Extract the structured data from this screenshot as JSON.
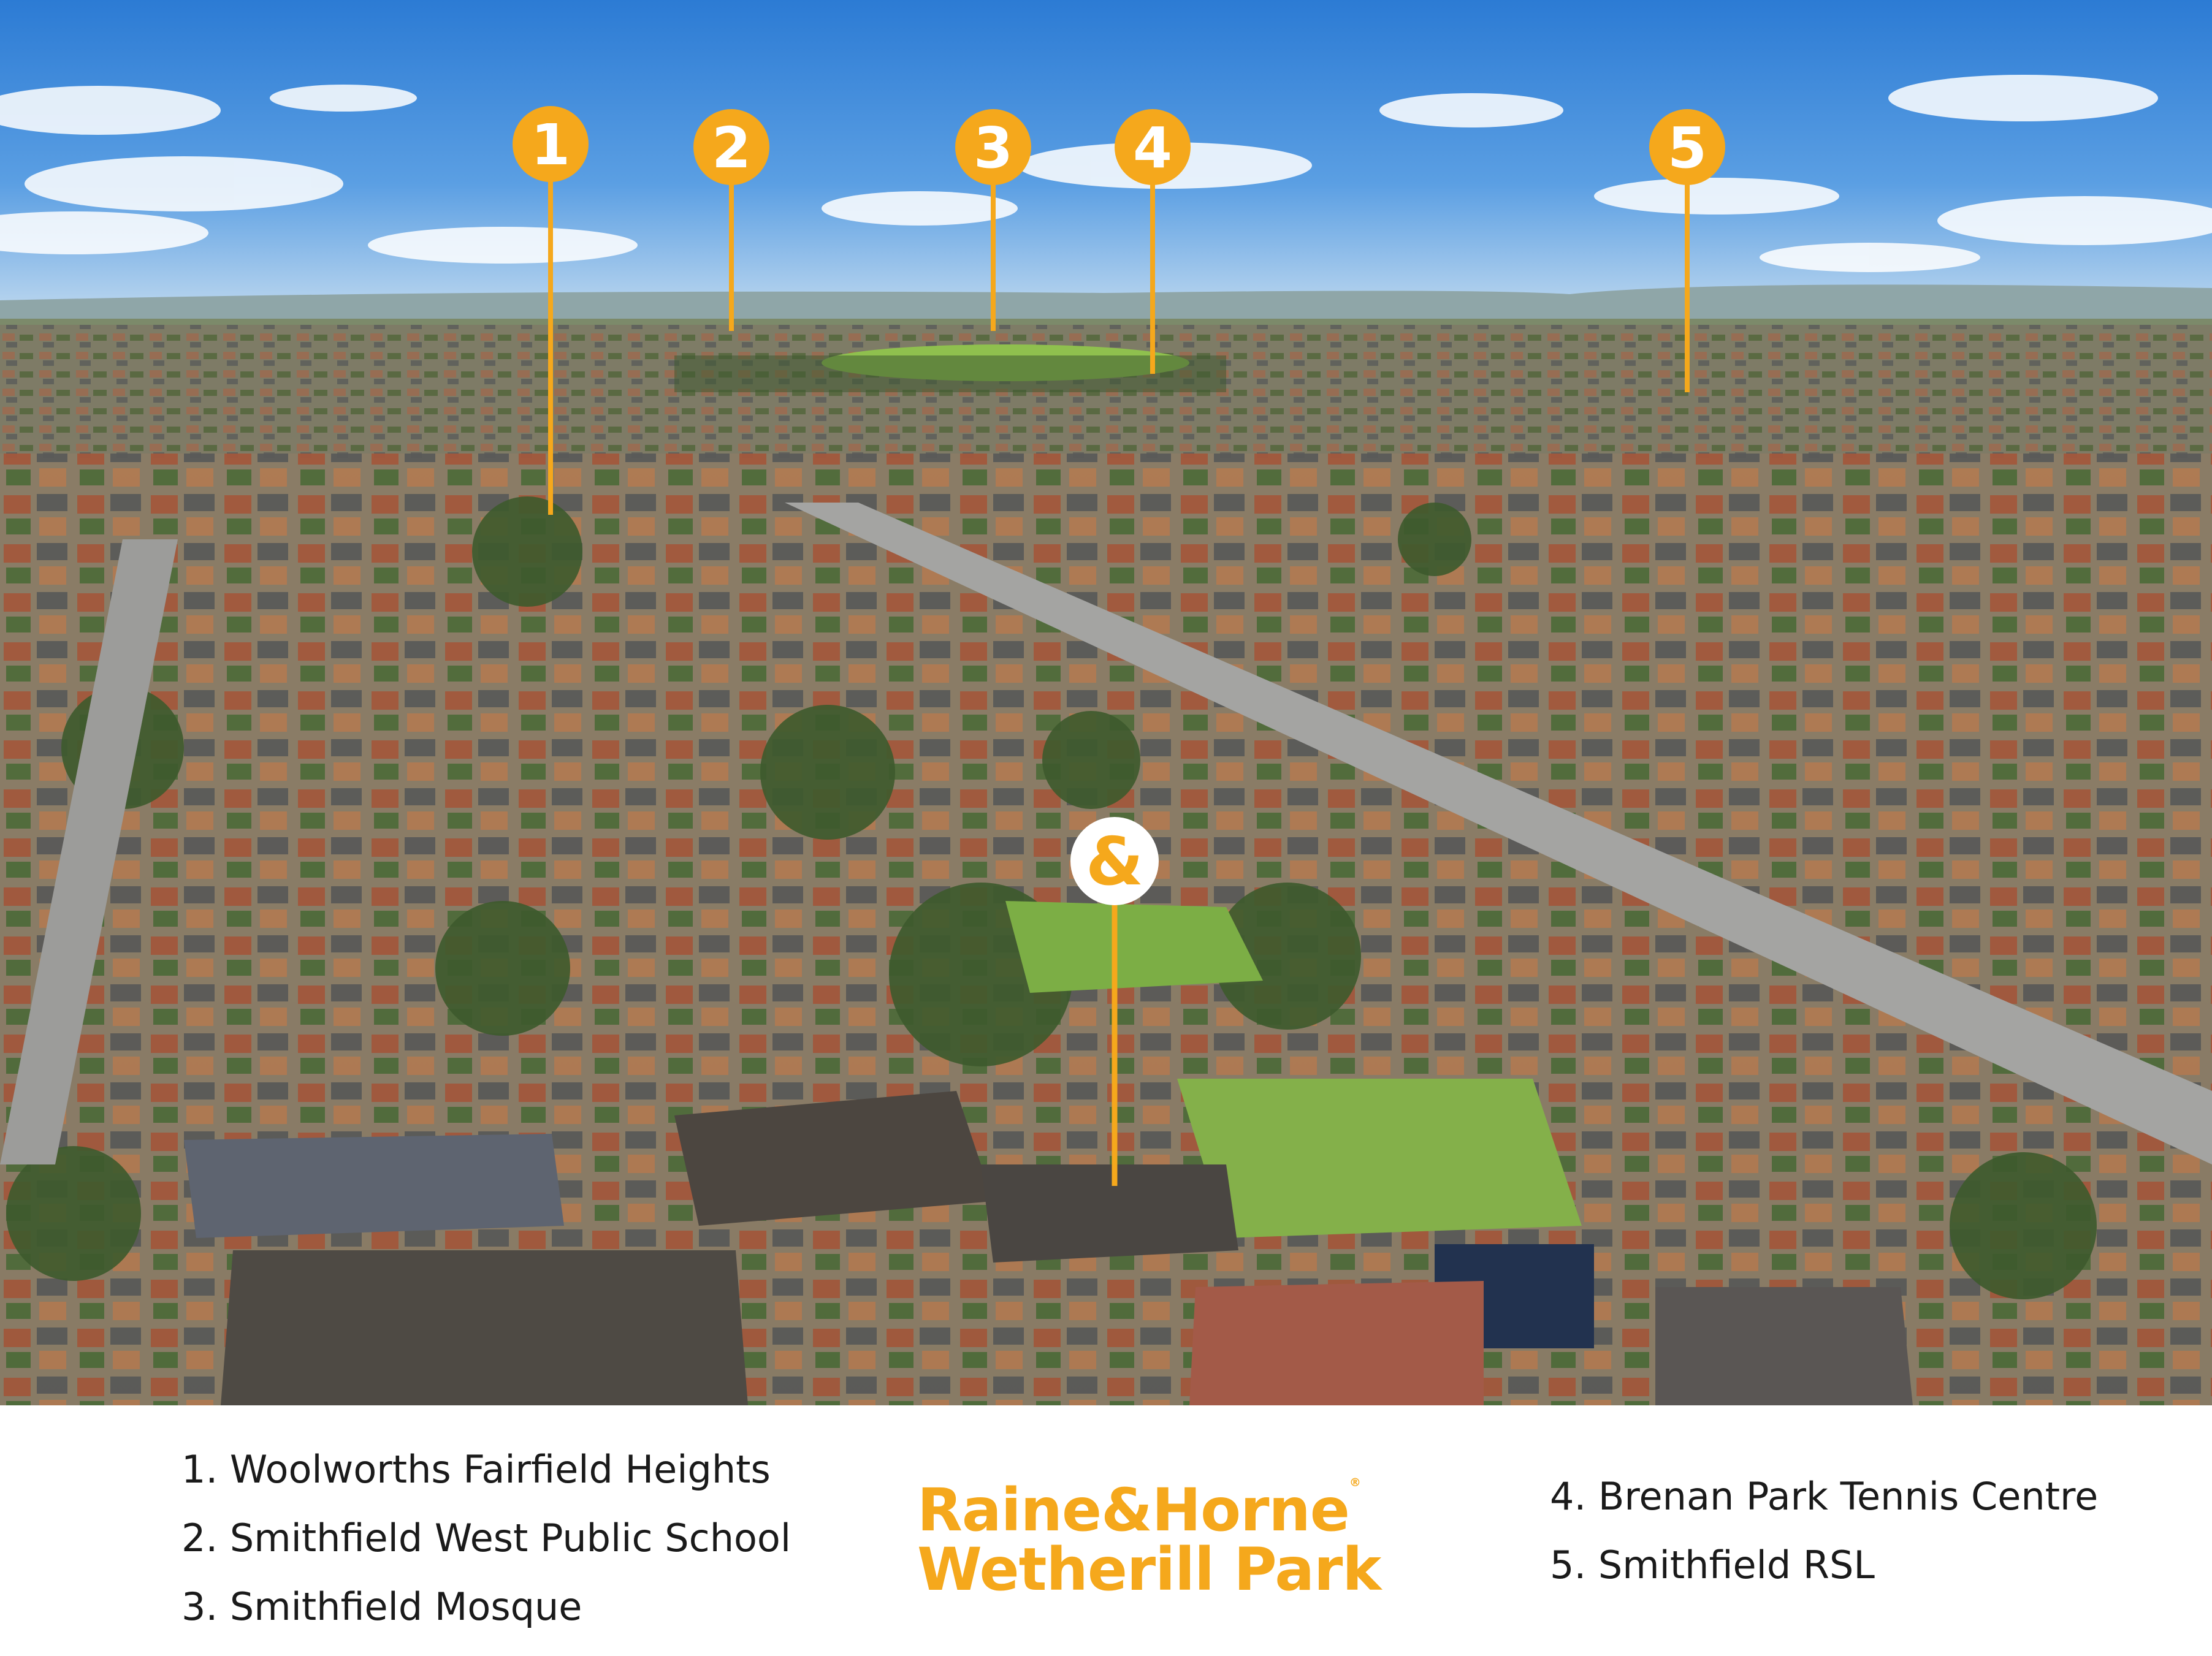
{
  "colors": {
    "accent": "#f5a81c",
    "sky_top": "#2f7fd6",
    "sky_bottom": "#a8cdee",
    "legend_text": "#1a1a1a"
  },
  "markers": [
    {
      "label": "1"
    },
    {
      "label": "2"
    },
    {
      "label": "3"
    },
    {
      "label": "4"
    },
    {
      "label": "5"
    }
  ],
  "property_marker": {
    "label": "&"
  },
  "legend": {
    "left": [
      "1. Woolworths Fairfield Heights",
      "2. Smithfield West Public School",
      "3. Smithfield Mosque"
    ],
    "right": [
      "4. Brenan Park Tennis Centre",
      "5. Smithfield RSL"
    ]
  },
  "brand": {
    "line1": "Raine&Horne",
    "registered": "®",
    "line2": "Wetherill Park"
  }
}
